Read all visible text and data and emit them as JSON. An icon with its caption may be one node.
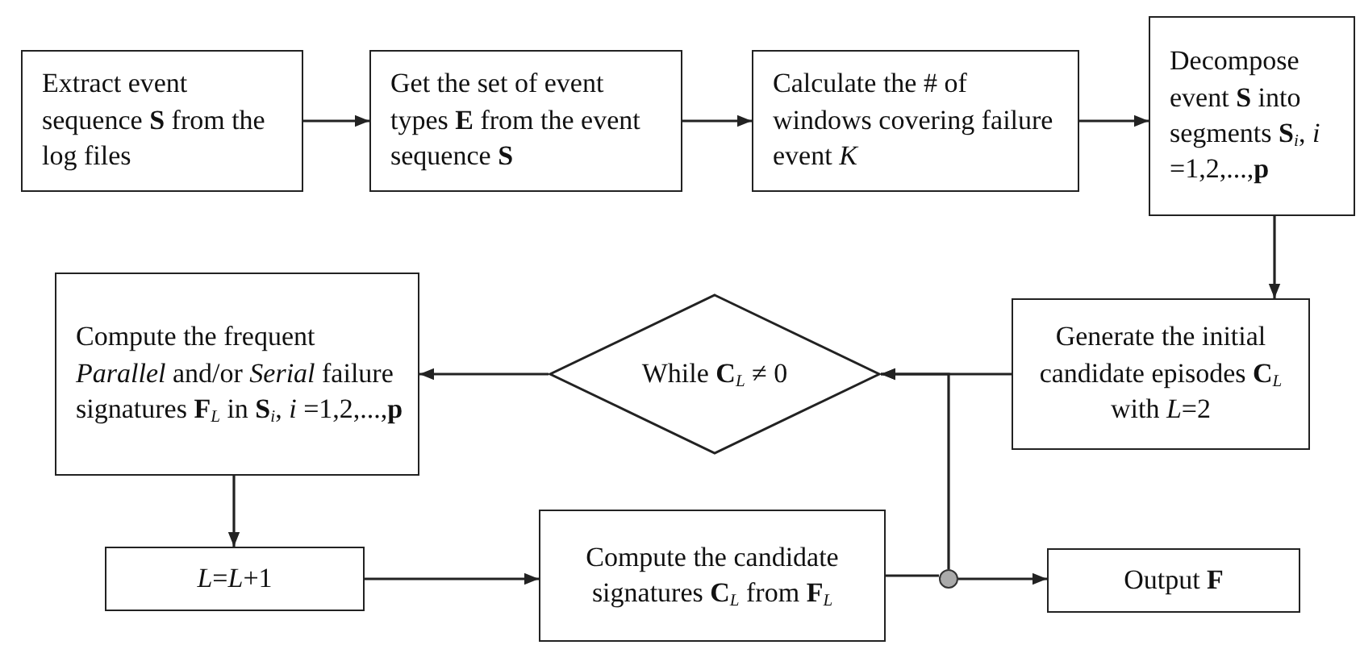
{
  "diagram": {
    "nodes": [
      {
        "text": [
          "Extract event sequence **S** from the log files"
        ]
      },
      {
        "text": [
          "Get the set of event types **E** from the event sequence **S**"
        ]
      },
      {
        "text": [
          "Calculate the # of windows covering failure event *K*"
        ]
      },
      {
        "text": [
          "Decompose event **S** into segments **S**$_{i}$, *i* =1,2,...,**p**"
        ]
      },
      {
        "text": [
          "Generate the initial candidate episodes **C**$_{L}$ with *L*=2"
        ]
      },
      {
        "text": [
          "While **C**$_{L}$ ≠ 0"
        ]
      },
      {
        "text": [
          "Compute the frequent *Parallel* and/or *Serial* failure signatures **F**$_{L}$ in **S**$_{i}$, *i* =1,2,...,**p**"
        ]
      },
      {
        "text": [
          "*L*=*L*+1"
        ]
      },
      {
        "text": [
          "Compute the candidate signatures **C**$_{L}$ from **F**$_{L}$"
        ]
      },
      {
        "text": [],
        "shape": "circle"
      },
      {
        "text": [
          "Output **F**"
        ]
      }
    ],
    "edges": [
      {
        "from": 0,
        "to": 1,
        "arrow": "to"
      },
      {
        "from": 1,
        "to": 2,
        "arrow": "to"
      },
      {
        "from": 2,
        "to": 3,
        "arrow": "to"
      },
      {
        "from": 3,
        "to": 4,
        "arrow": "to"
      },
      {
        "from": 4,
        "to": 5,
        "arrow": "to"
      },
      {
        "from": 5,
        "to": 6,
        "arrow": "to"
      },
      {
        "from": 6,
        "to": 7,
        "arrow": "to"
      },
      {
        "from": 7,
        "to": 8,
        "arrow": "to"
      },
      {
        "from": 8,
        "to": 9,
        "arrow": "none"
      },
      {
        "from": 9,
        "to": 10,
        "arrow": "to"
      },
      {
        "from": 9,
        "to": 5,
        "arrow": "to"
      }
    ]
  }
}
